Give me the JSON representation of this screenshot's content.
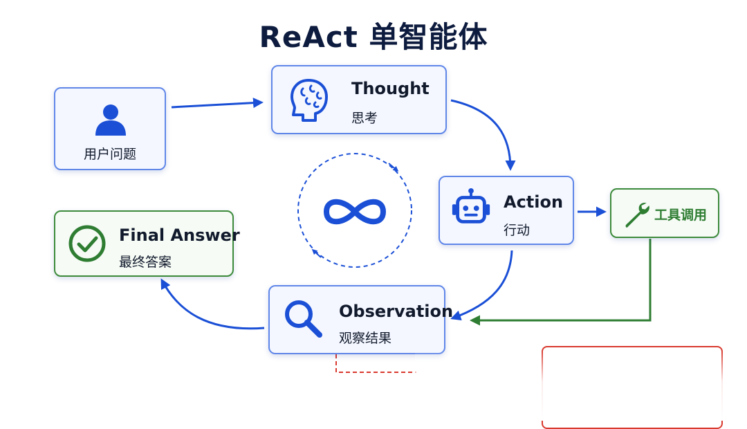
{
  "title": "ReAct 单智能体",
  "nodes": {
    "user": {
      "zh": "用户问题",
      "icon": "user-icon"
    },
    "thought": {
      "en": "Thought",
      "zh": "思考",
      "icon": "brain-icon"
    },
    "action": {
      "en": "Action",
      "zh": "行动",
      "icon": "robot-icon"
    },
    "tool": {
      "zh": "工具调用",
      "icon": "wrench-icon"
    },
    "observation": {
      "en": "Observation",
      "zh": "观察结果",
      "icon": "magnifier-icon"
    },
    "final": {
      "en": "Final Answer",
      "zh": "最终答案",
      "icon": "check-circle-icon"
    }
  },
  "loop": {
    "icon": "infinity-icon"
  },
  "colors": {
    "blue": "#1a4fd6",
    "green": "#2e7d32",
    "red": "#d9382d",
    "dark": "#0d1b3e"
  }
}
